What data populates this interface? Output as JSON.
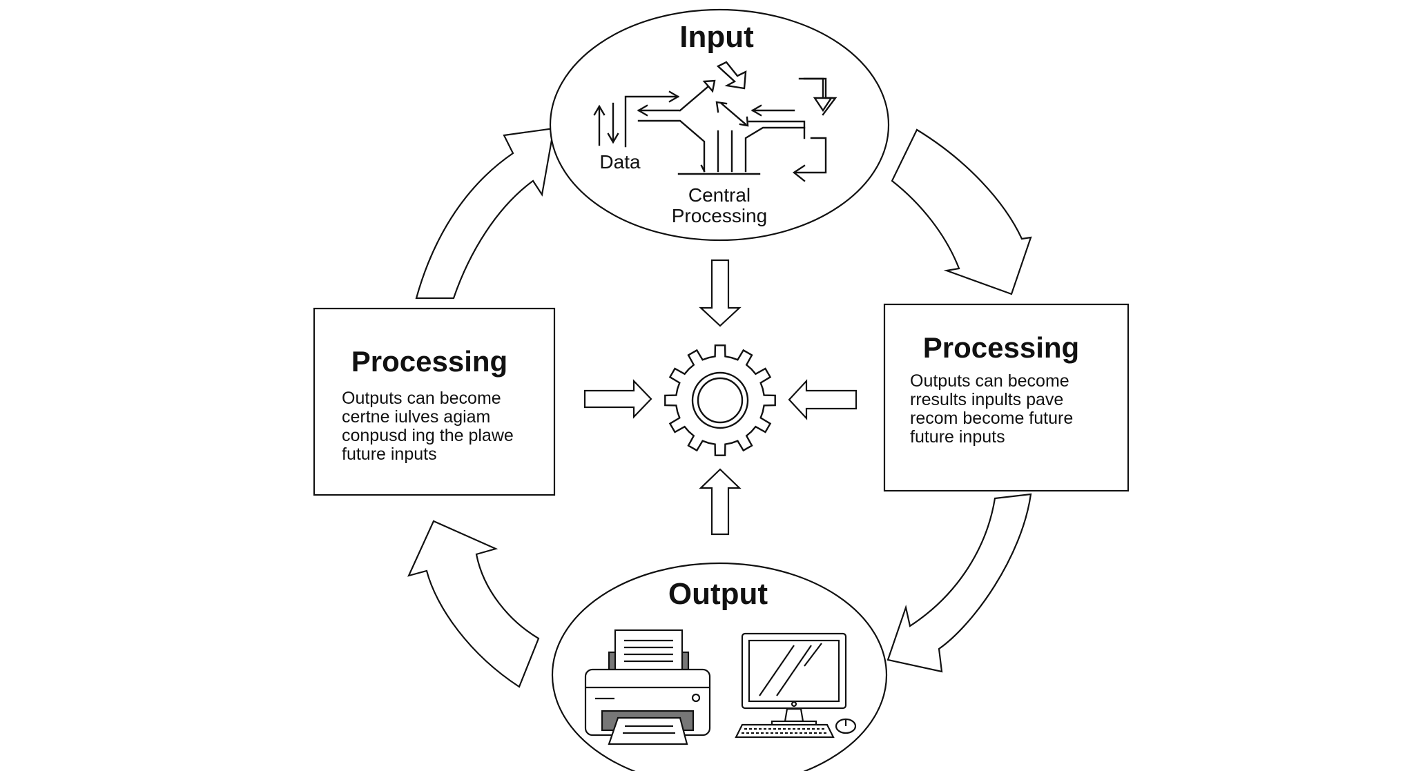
{
  "input": {
    "title": "Input",
    "data_label": "Data",
    "central_line1": "Central",
    "central_line2": "Processing"
  },
  "processing_left": {
    "title": "Processing",
    "lines": [
      "Outputs can become",
      "certne iulves agiam",
      "conpusd ing the plawe",
      "future inputs"
    ]
  },
  "processing_right": {
    "title": "Processing",
    "lines": [
      "Outputs can become",
      "rresults inpults pave",
      "recom become future",
      "future inputs"
    ]
  },
  "output": {
    "title": "Output"
  },
  "icons": {
    "center": "gear-icon",
    "input": "data-flow-arrows-icon",
    "output_left": "printer-icon",
    "output_right": "computer-icon"
  },
  "colors": {
    "stroke": "#111111",
    "background": "#ffffff"
  }
}
